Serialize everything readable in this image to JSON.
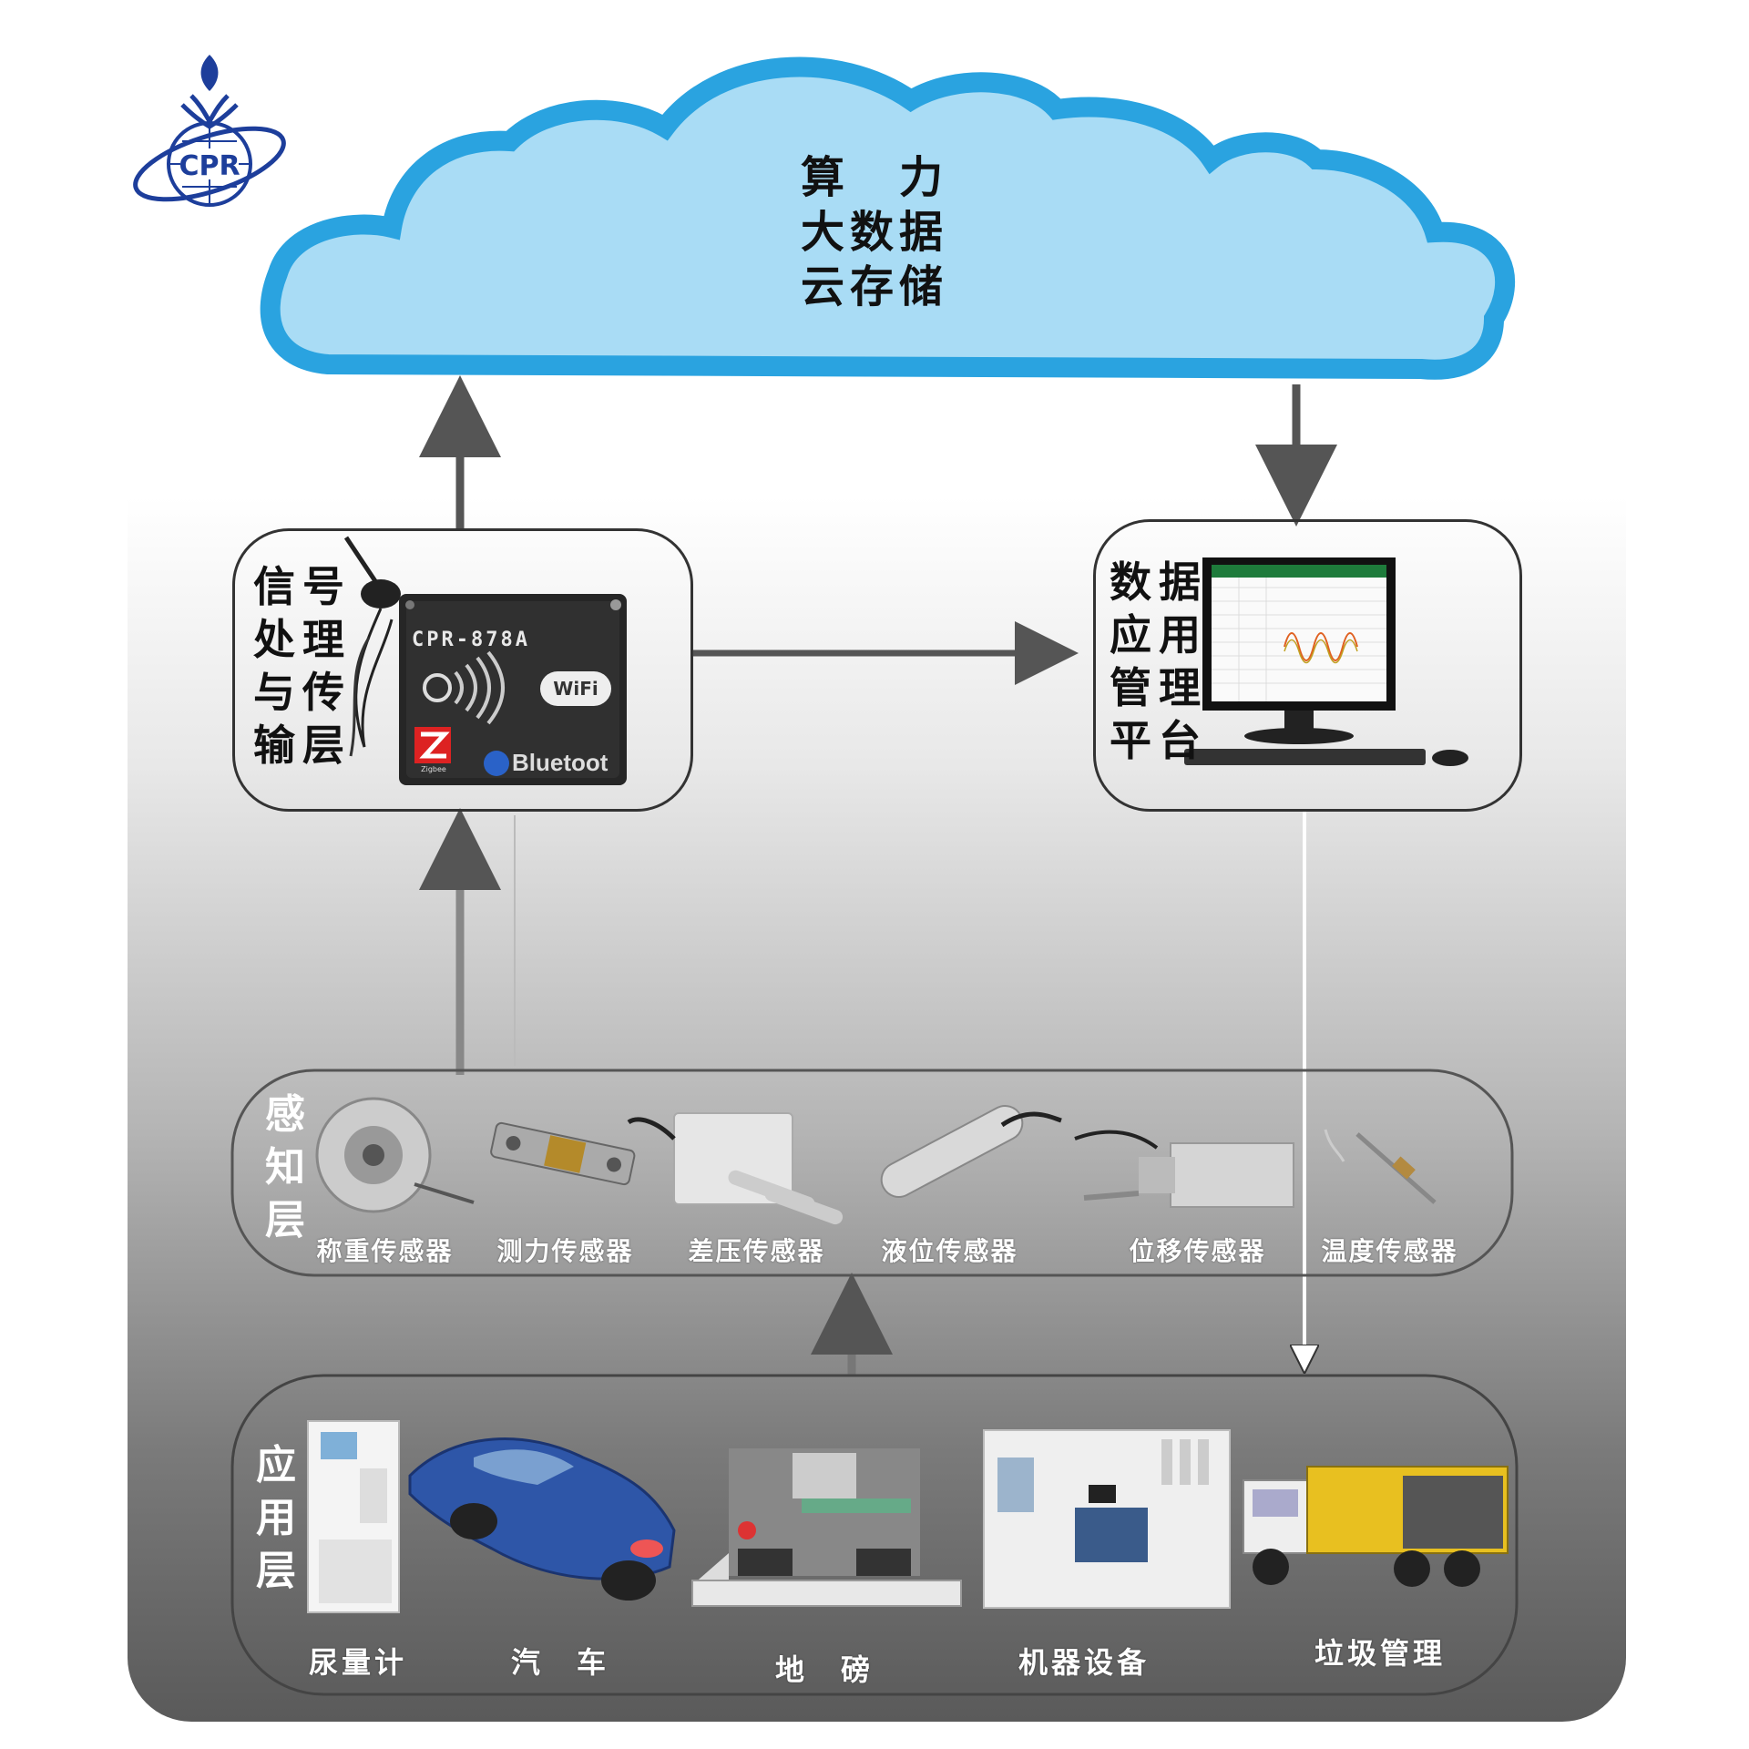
{
  "logo": {
    "text": "CPR"
  },
  "cloud": {
    "lines": [
      "算　力",
      "大数据",
      "云存储"
    ]
  },
  "signal_box": {
    "title_lines": [
      "信号",
      "处理",
      "与传",
      "输层"
    ],
    "device_model": "CPR-878A",
    "badges": [
      "WiFi",
      "Zigbee",
      "Bluetoot"
    ]
  },
  "data_box": {
    "title_lines": [
      "数据",
      "应用",
      "管理",
      "平台"
    ]
  },
  "perception_layer": {
    "label_lines": [
      "感",
      "知",
      "层"
    ],
    "sensors": [
      "称重传感器",
      "测力传感器",
      "差压传感器",
      "液位传感器",
      "位移传感器",
      "温度传感器"
    ]
  },
  "application_layer": {
    "label_lines": [
      "应",
      "用",
      "层"
    ],
    "items": [
      "尿量计",
      "汽　车",
      "地　磅",
      "机器设备",
      "垃圾管理"
    ]
  },
  "colors": {
    "cloud_fill": "#a9dcf5",
    "cloud_stroke": "#2aa3e0",
    "logo_blue": "#1d3e9b"
  }
}
